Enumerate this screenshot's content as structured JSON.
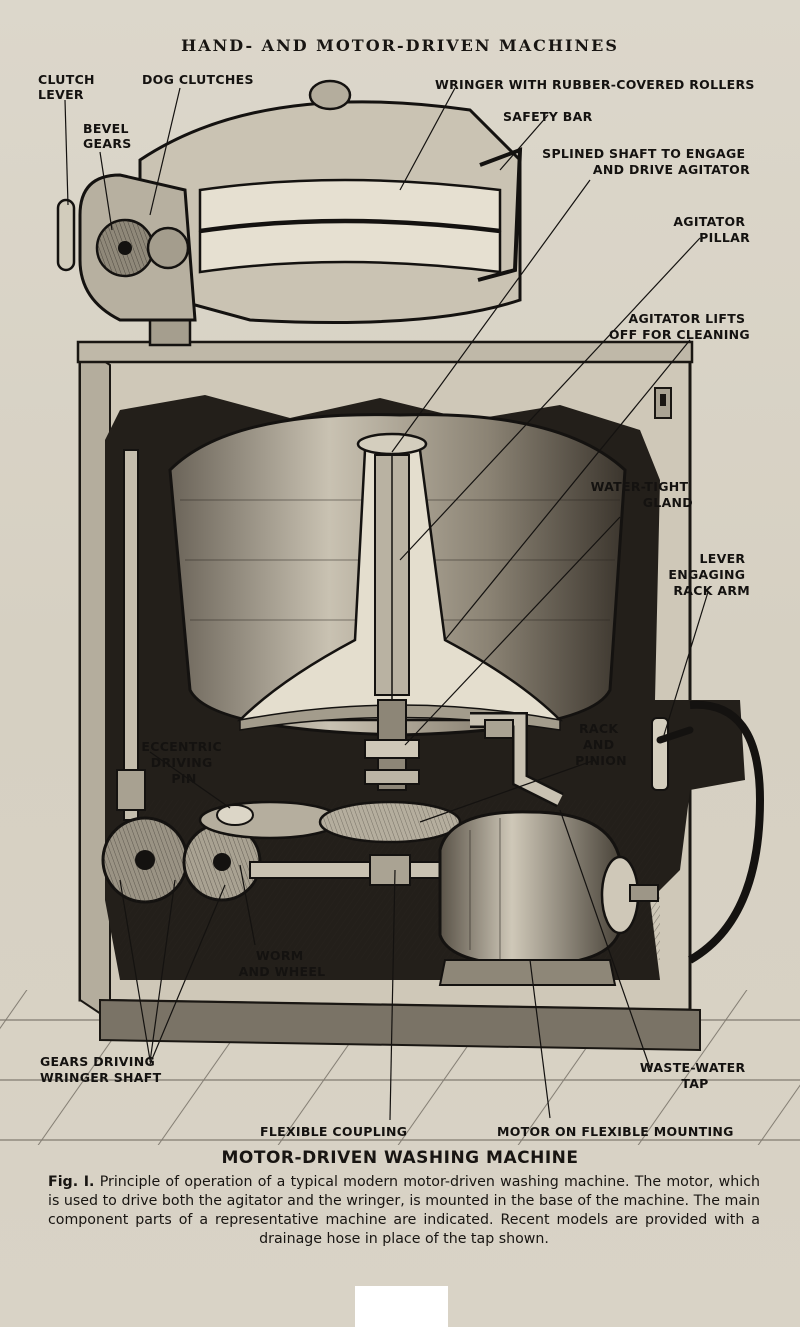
{
  "running_head": "HAND- AND MOTOR-DRIVEN MACHINES",
  "labels": {
    "clutch_lever": [
      "CLUTCH",
      "LEVER"
    ],
    "dog_clutches": [
      "DOG CLUTCHES"
    ],
    "bevel_gears": [
      "BEVEL",
      "GEARS"
    ],
    "wringer": [
      "WRINGER WITH RUBBER-COVERED ROLLERS"
    ],
    "safety_bar": [
      "SAFETY BAR"
    ],
    "splined_shaft": [
      "SPLINED SHAFT TO ENGAGE",
      "AND DRIVE AGITATOR"
    ],
    "agitator_pillar": [
      "AGITATOR",
      "PILLAR"
    ],
    "agitator_lifts": [
      "AGITATOR LIFTS",
      "OFF FOR CLEANING"
    ],
    "water_tight_gland": [
      "WATER-TIGHT",
      "GLAND"
    ],
    "lever_rack_arm": [
      "LEVER",
      "ENGAGING",
      "RACK ARM"
    ],
    "rack_pinion": [
      "RACK",
      "AND",
      "PINION"
    ],
    "eccentric_pin": [
      "ECCENTRIC",
      "DRIVING",
      "PIN"
    ],
    "worm_wheel": [
      "WORM",
      "AND WHEEL"
    ],
    "gears_wringer_shaft": [
      "GEARS DRIVING",
      "WRINGER SHAFT"
    ],
    "waste_water_tap": [
      "WASTE-WATER",
      "TAP"
    ],
    "flexible_coupling": [
      "FLEXIBLE COUPLING"
    ],
    "motor_mounting": [
      "MOTOR ON FLEXIBLE MOUNTING"
    ]
  },
  "diagram_title": "MOTOR-DRIVEN WASHING MACHINE",
  "caption": {
    "figure_label": "Fig. I.",
    "text": "Principle of operation of a typical modern motor-driven washing machine. The motor, which is used to drive both the agitator and the wringer, is mounted in the base of the machine. The main component parts of a representative machine are indicated. Recent models are provided with a drainage hose in place of the tap shown."
  },
  "colors": {
    "paper": "#d8d2c4",
    "ink": "#181512"
  }
}
